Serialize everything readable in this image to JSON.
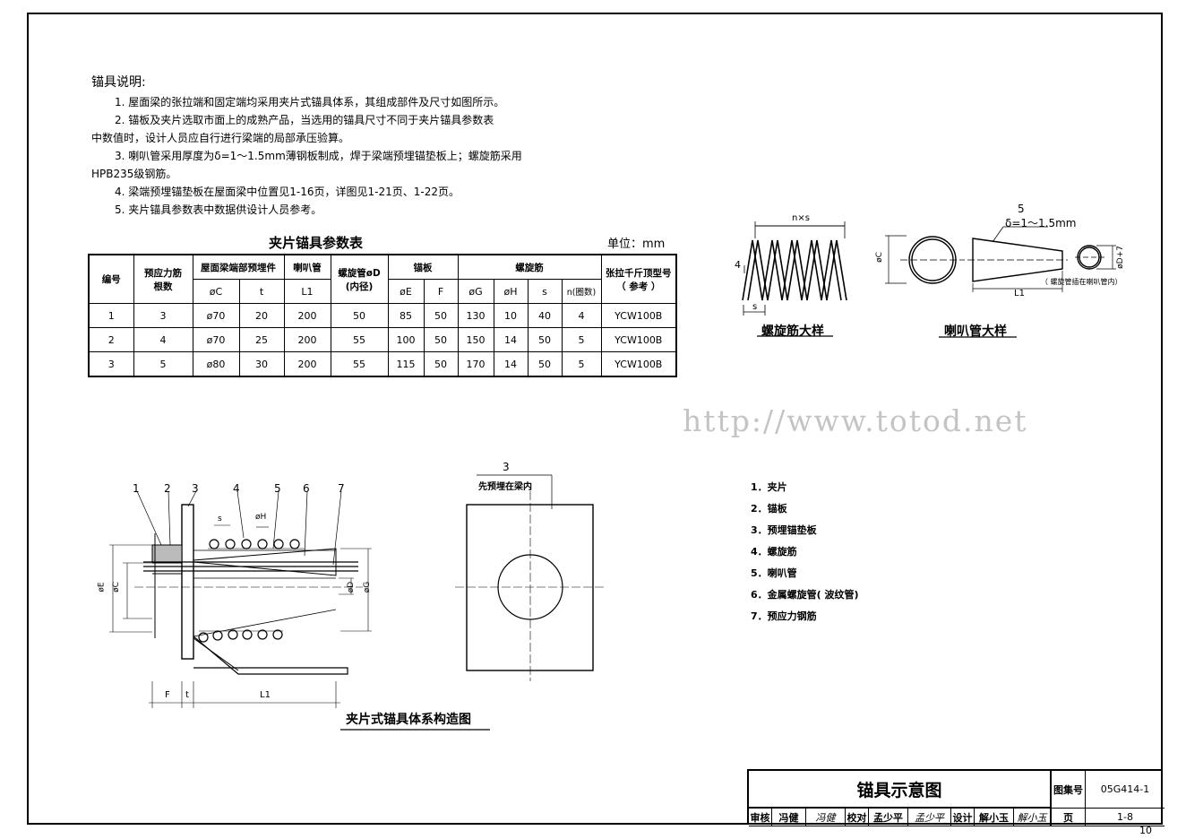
{
  "notes": {
    "title": "锚具说明:",
    "lines": [
      "1. 屋面梁的张拉端和固定端均采用夹片式锚具体系，其组成部件及尺寸如图所示。",
      "2. 锚板及夹片选取市面上的成熟产品，当选用的锚具尺寸不同于夹片锚具参数表",
      "中数值时，设计人员应自行进行梁端的局部承压验算。",
      "3. 喇叭管采用厚度为δ=1～1.5mm薄钢板制成，焊于梁端预埋锚垫板上；螺旋筋采用",
      "HPB235级钢筋。",
      "4. 梁端预埋锚垫板在屋面梁中位置见1-16页，详图见1-21页、1-22页。",
      "5. 夹片锚具参数表中数据供设计人员参考。"
    ]
  },
  "table": {
    "title": "夹片锚具参数表",
    "unit": "单位：mm",
    "h": {
      "no": "编号",
      "tendons": "预应力筋",
      "tendons2": "根数",
      "embed": "屋面梁端部预埋件",
      "trumpet": "喇叭管",
      "duct": "螺旋管øD",
      "duct2": "(内径)",
      "plate": "锚板",
      "spiral": "螺旋筋",
      "jack": "张拉千斤顶型号",
      "jack2": "（ 参考 ）",
      "C": "øC",
      "t": "t",
      "L1": "L1",
      "E": "øE",
      "F": "F",
      "G": "øG",
      "H": "øH",
      "s": "s",
      "n": "n(圈数)"
    },
    "rows": [
      [
        "1",
        "3",
        "ø70",
        "20",
        "200",
        "50",
        "85",
        "50",
        "130",
        "10",
        "40",
        "4",
        "YCW100B"
      ],
      [
        "2",
        "4",
        "ø70",
        "25",
        "200",
        "55",
        "100",
        "50",
        "150",
        "14",
        "50",
        "5",
        "YCW100B"
      ],
      [
        "3",
        "5",
        "ø80",
        "30",
        "200",
        "55",
        "115",
        "50",
        "170",
        "14",
        "50",
        "5",
        "YCW100B"
      ]
    ]
  },
  "spiral_detail": {
    "caption": "螺旋筋大样",
    "label_nxs": "n×s",
    "label_4": "4",
    "label_s": "s"
  },
  "trumpet_detail": {
    "caption": "喇叭管大样",
    "label_5": "5",
    "delta": "δ=1～1.5mm",
    "label_C": "øC",
    "label_D": "øD+7",
    "L1": "L1",
    "note": "（ 螺旋管插在喇叭管内）"
  },
  "watermark": "http://www.totod.net",
  "system": {
    "caption": "夹片式锚具体系构造图",
    "nums": [
      "1",
      "2",
      "3",
      "4",
      "5",
      "6",
      "7"
    ],
    "s": "s",
    "H": "øH",
    "E": "øE",
    "C": "øC",
    "D": "øD",
    "G": "øG",
    "F": "F",
    "t": "t",
    "L1": "L1"
  },
  "plate": {
    "num": "3",
    "note": "先预埋在梁内"
  },
  "legend": [
    "1．夹片",
    "2．锚板",
    "3．预埋锚垫板",
    "4．螺旋筋",
    "5．喇叭管",
    "6．金属螺旋管( 波纹管)",
    "7．预应力钢筋"
  ],
  "title_block": {
    "title": "锚具示意图",
    "atlas_label": "图集号",
    "atlas": "05G414-1",
    "review": "审核",
    "reviewer": "冯健",
    "review_sig": "冯健",
    "check": "校对",
    "checker": "孟少平",
    "check_sig": "孟少平",
    "design": "设计",
    "designer": "解小玉",
    "design_sig": "解小玉",
    "page_label": "页",
    "page": "1-8"
  },
  "page_number": "10"
}
